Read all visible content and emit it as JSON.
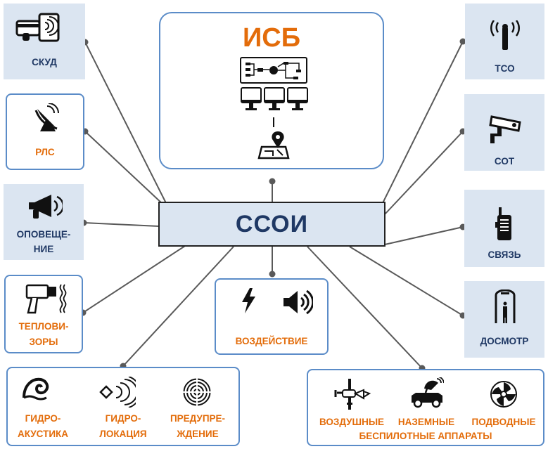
{
  "center": {
    "label": "ССОИ"
  },
  "isb": {
    "title": "ИСБ"
  },
  "nodes": {
    "skud": {
      "label": "СКУД"
    },
    "rls": {
      "label": "РЛС"
    },
    "opov": {
      "label1": "ОПОВЕЩЕ-",
      "label2": "НИЕ"
    },
    "teplo": {
      "label1": "ТЕПЛОВИ-",
      "label2": "ЗОРЫ"
    },
    "tso": {
      "label": "ТСО"
    },
    "sot": {
      "label": "СОТ"
    },
    "svyaz": {
      "label": "СВЯЗЬ"
    },
    "dosmotr": {
      "label": "ДОСМОТР"
    },
    "vozd": {
      "label": "ВОЗДЕЙСТВИЕ"
    }
  },
  "hydro": {
    "acoustic": {
      "label1": "ГИДРО-",
      "label2": "АКУСТИКА"
    },
    "location": {
      "label1": "ГИДРО-",
      "label2": "ЛОКАЦИЯ"
    },
    "warning": {
      "label1": "ПРЕДУПРЕ-",
      "label2": "ЖДЕНИЕ"
    }
  },
  "drones": {
    "air": {
      "label": "ВОЗДУШНЫЕ"
    },
    "ground": {
      "label": "НАЗЕМНЫЕ"
    },
    "underwater": {
      "label": "ПОДВОДНЫЕ"
    },
    "caption": "БЕСПИЛОТНЫЕ АППАРАТЫ"
  },
  "colors": {
    "accent": "#e36c0a",
    "navy": "#1f3864",
    "panel": "#dbe5f1",
    "border": "#5b8cc8",
    "line": "#595959"
  },
  "icons": [
    "card-reader-icon",
    "radar-dish-icon",
    "megaphone-icon",
    "thermal-camera-icon",
    "antenna-icon",
    "cctv-camera-icon",
    "radio-icon",
    "metal-detector-gate-icon",
    "lightning-icon",
    "speaker-icon",
    "hydroacoustic-wave-icon",
    "sonar-icon",
    "radial-warning-icon",
    "aerial-drone-icon",
    "ground-vehicle-icon",
    "underwater-drone-icon",
    "scheme-icon",
    "workstations-icon",
    "map-pin-icon"
  ]
}
